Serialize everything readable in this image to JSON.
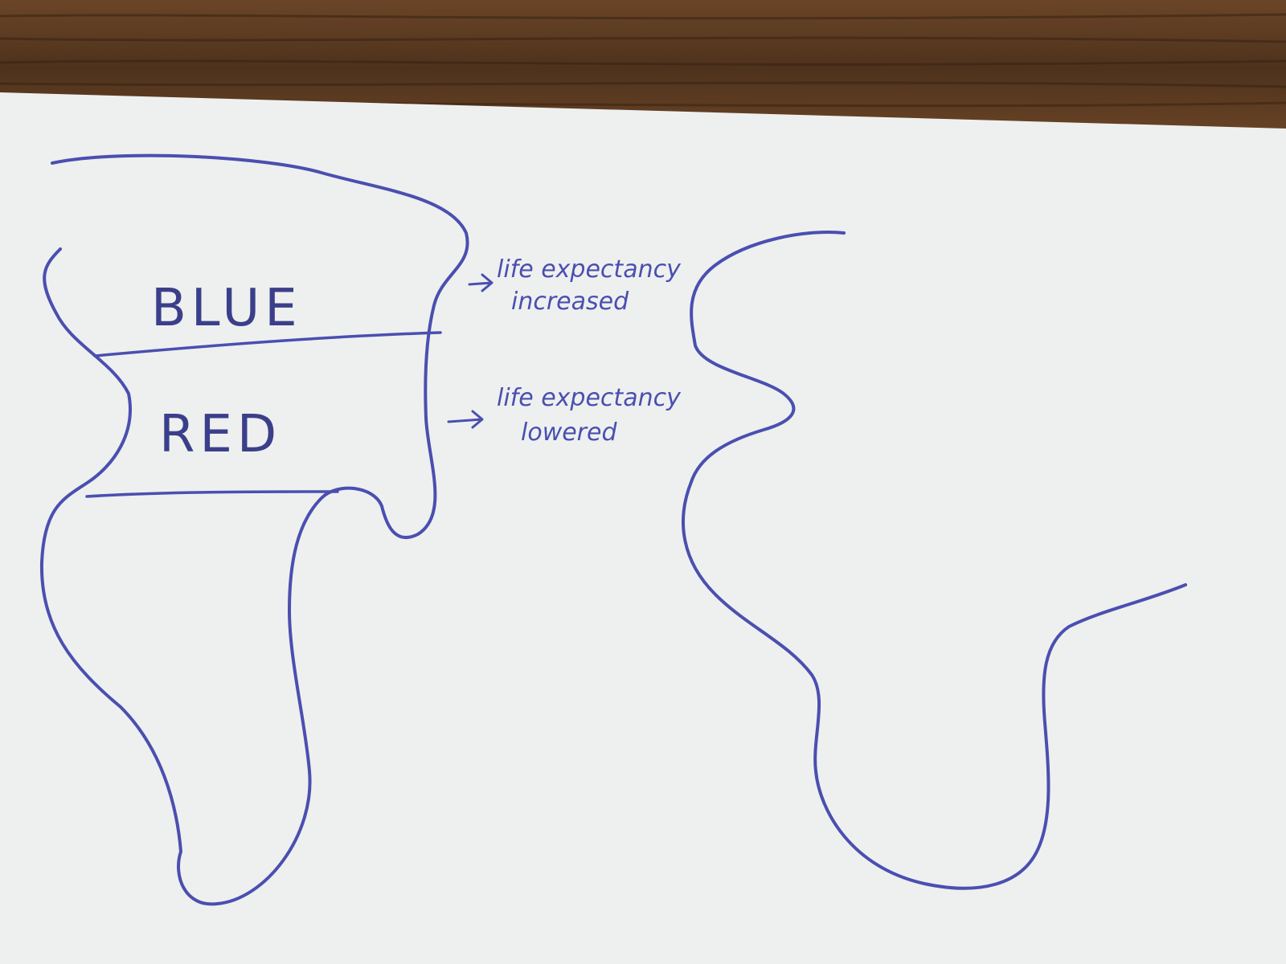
{
  "colors": {
    "wood": "#5a3a22",
    "paper": "#eef0ef",
    "ink": "#4a4fb0"
  },
  "map": {
    "regions": [
      {
        "label": "BLUE",
        "note_line1": "life expectancy",
        "note_line2": "increased"
      },
      {
        "label": "RED",
        "note_line1": "life expectancy",
        "note_line2": "lowered"
      }
    ]
  }
}
